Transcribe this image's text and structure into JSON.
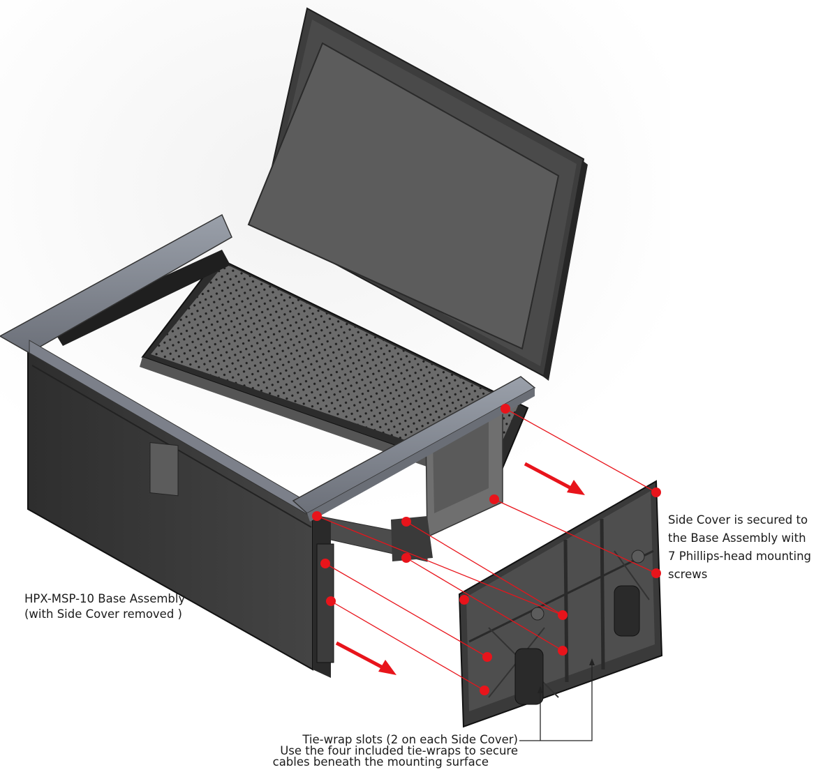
{
  "labels": {
    "base_assembly": {
      "line1": "HPX-MSP-10 Base Assembly",
      "line2": "(with Side Cover removed )"
    },
    "side_cover": {
      "line1": "Side Cover is secured to",
      "line2": "the Base Assembly with",
      "line3": "7 Phillips-head mounting",
      "line4": "screws"
    },
    "tie_wrap": {
      "line1": "Tie-wrap slots (2 on each Side Cover)",
      "line2": "Use the four included tie-wraps to secure",
      "line3": "cables beneath the mounting surface"
    }
  },
  "colors": {
    "screw_marker": "#e8141b",
    "guide_line": "#e8141b",
    "callout_line": "#222222",
    "metal_dark": "#3a3a3a",
    "metal_frame": "#8a8e96"
  }
}
